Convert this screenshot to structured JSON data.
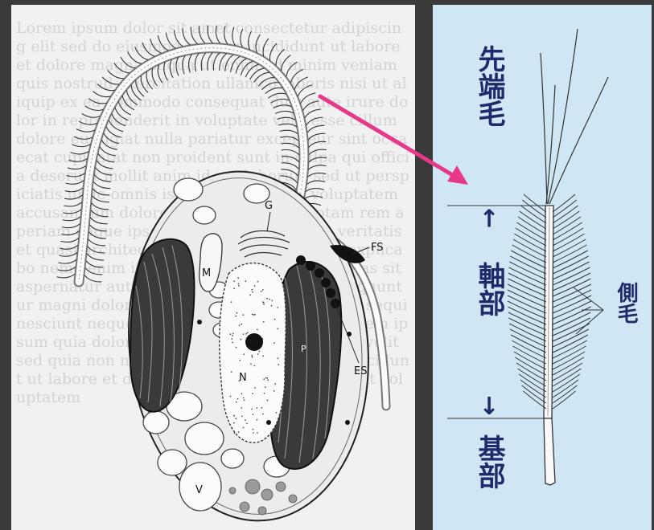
{
  "left_figure": {
    "labels": {
      "g": "G",
      "fs": "FS",
      "m": "M",
      "p": "P",
      "n": "N",
      "es": "ES",
      "v": "V"
    }
  },
  "right_figure": {
    "labels": {
      "tip_hairs": "先端毛",
      "shaft": "軸部",
      "base": "基部",
      "lateral_hairs": "側毛",
      "arrow_up": "↑",
      "arrow_down": "↓"
    }
  },
  "colors": {
    "pointer_arrow": "#e8388a",
    "label_text": "#1e2a6a",
    "right_background": "#cfe6f5"
  }
}
